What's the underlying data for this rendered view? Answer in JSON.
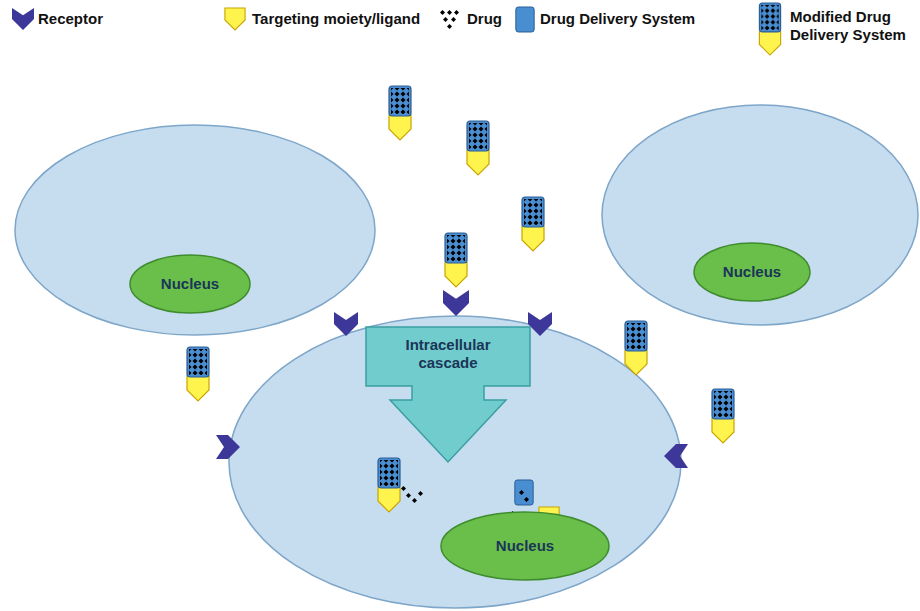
{
  "diagram": {
    "nodes": [
      {
        "text": [
          "Nucleus"
        ]
      },
      {
        "text": [
          "Nucleus"
        ]
      },
      {
        "text": [
          "Intracellular cascade"
        ]
      },
      {
        "text": [
          "Nucleus"
        ]
      }
    ],
    "legend": [
      {
        "text": "Receptor"
      },
      {
        "text": "Targeting moiety/ligand"
      },
      {
        "text": "Drug"
      },
      {
        "text": "Drug Delivery System"
      },
      {
        "text": "Modified Drug Delivery System"
      }
    ]
  }
}
